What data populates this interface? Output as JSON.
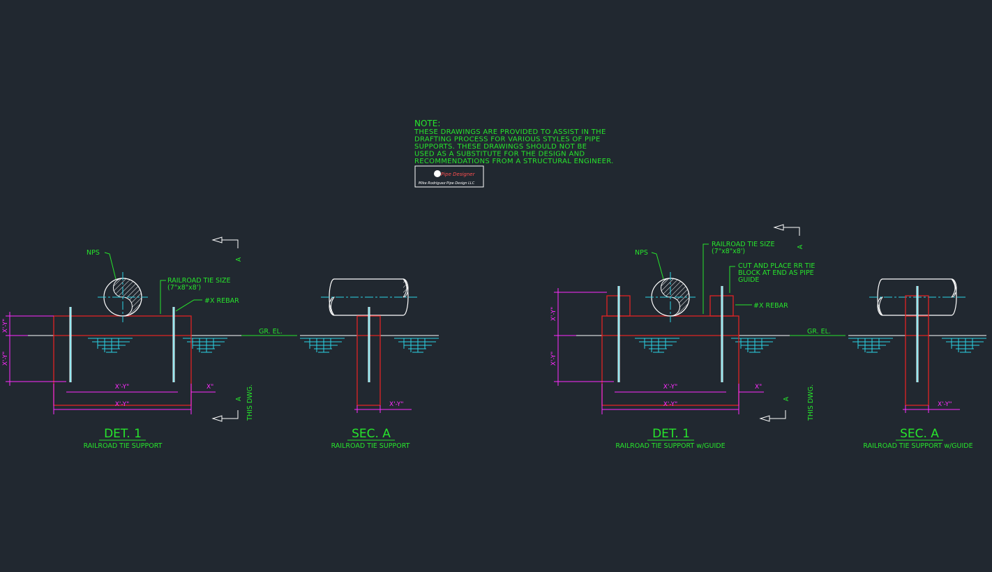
{
  "note": {
    "title": "NOTE:",
    "lines": [
      "THESE DRAWINGS ARE PROVIDED TO ASSIST IN THE",
      "DRAFTING PROCESS FOR VARIOUS STYLES OF PIPE",
      "SUPPORTS. THESE DRAWINGS SHOULD NOT BE",
      "USED AS A SUBSTITUTE FOR THE DESIGN AND",
      "RECOMMENDATIONS FROM A STRUCTURAL ENGINEER."
    ]
  },
  "logo": {
    "name": "Pipe Designer",
    "caption": "Mike Rodriguez    Pipe Design LLC"
  },
  "left": {
    "nps": "NPS",
    "tie_size_1": "RAILROAD TIE SIZE",
    "tie_size_2": "(7\"x8\"x8')",
    "rebar": "#X REBAR",
    "grade": "GR. EL.",
    "dim_ht_top": "X'-Y\"",
    "dim_ht_bot": "X'-Y\"",
    "dim_inner": "X'-Y\"",
    "dim_outer": "X'-Y\"",
    "dim_edge": "X\"",
    "sec_dim": "X'-Y\"",
    "sec_mark_top": "A",
    "sec_mark_bot": "A",
    "this_dwg": "THIS DWG.",
    "det_title": "DET. 1",
    "det_sub": "RAILROAD TIE SUPPORT",
    "sec_title": "SEC. A",
    "sec_sub": "RAILROAD TIE SUPPORT"
  },
  "right": {
    "nps": "NPS",
    "tie_size_1": "RAILROAD TIE SIZE",
    "tie_size_2": "(7\"x8\"x8')",
    "cut_1": "CUT AND PLACE RR TIE",
    "cut_2": "BLOCK AT END AS PIPE",
    "cut_3": "GUIDE",
    "rebar": "#X REBAR",
    "grade": "GR. EL.",
    "dim_ht_top": "X'-Y\"",
    "dim_ht_bot": "X'-Y\"",
    "dim_inner": "X'-Y\"",
    "dim_outer": "X'-Y\"",
    "dim_edge": "X\"",
    "sec_dim": "X'-Y\"",
    "sec_mark_top": "A",
    "sec_mark_bot": "A",
    "this_dwg": "THIS DWG.",
    "det_title": "DET. 1",
    "det_sub": "RAILROAD TIE SUPPORT w/GUIDE",
    "sec_title": "SEC. A",
    "sec_sub": "RAILROAD TIE SUPPORT w/GUIDE"
  },
  "colors": {
    "background": "#212830",
    "text": "#27e52c",
    "tie": "#e02424",
    "dimension": "#ff2dff",
    "centerline": "#2ad4e6",
    "outline": "#ffffff"
  }
}
